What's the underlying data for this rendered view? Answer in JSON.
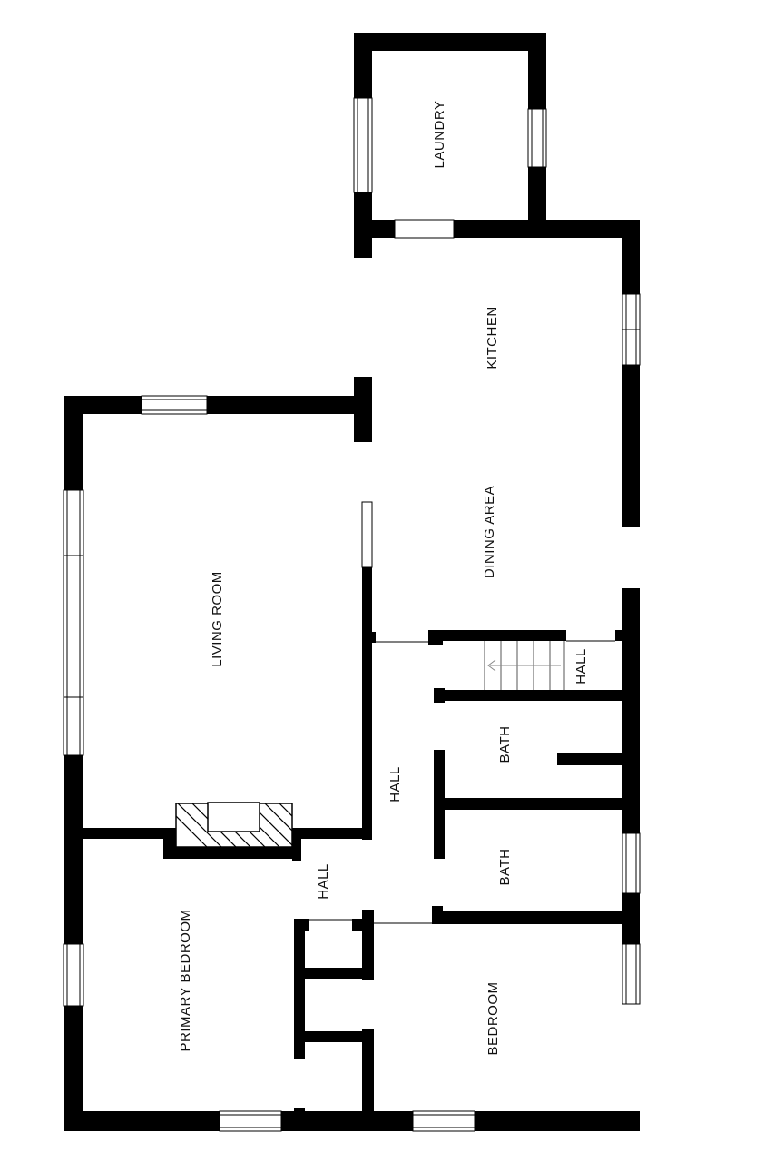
{
  "rooms": {
    "laundry": "LAUNDRY",
    "kitchen": "KITCHEN",
    "dining": "DINING AREA",
    "living": "LIVING ROOM",
    "hall_main": "HALL",
    "hall_stair": "HALL",
    "hall_bedroom": "HALL",
    "bath_upper": "BATH",
    "bath_lower": "BATH",
    "primary_bedroom": "PRIMARY BEDROOM",
    "bedroom": "BEDROOM"
  },
  "colors": {
    "wall": "#000000",
    "background": "#ffffff"
  }
}
